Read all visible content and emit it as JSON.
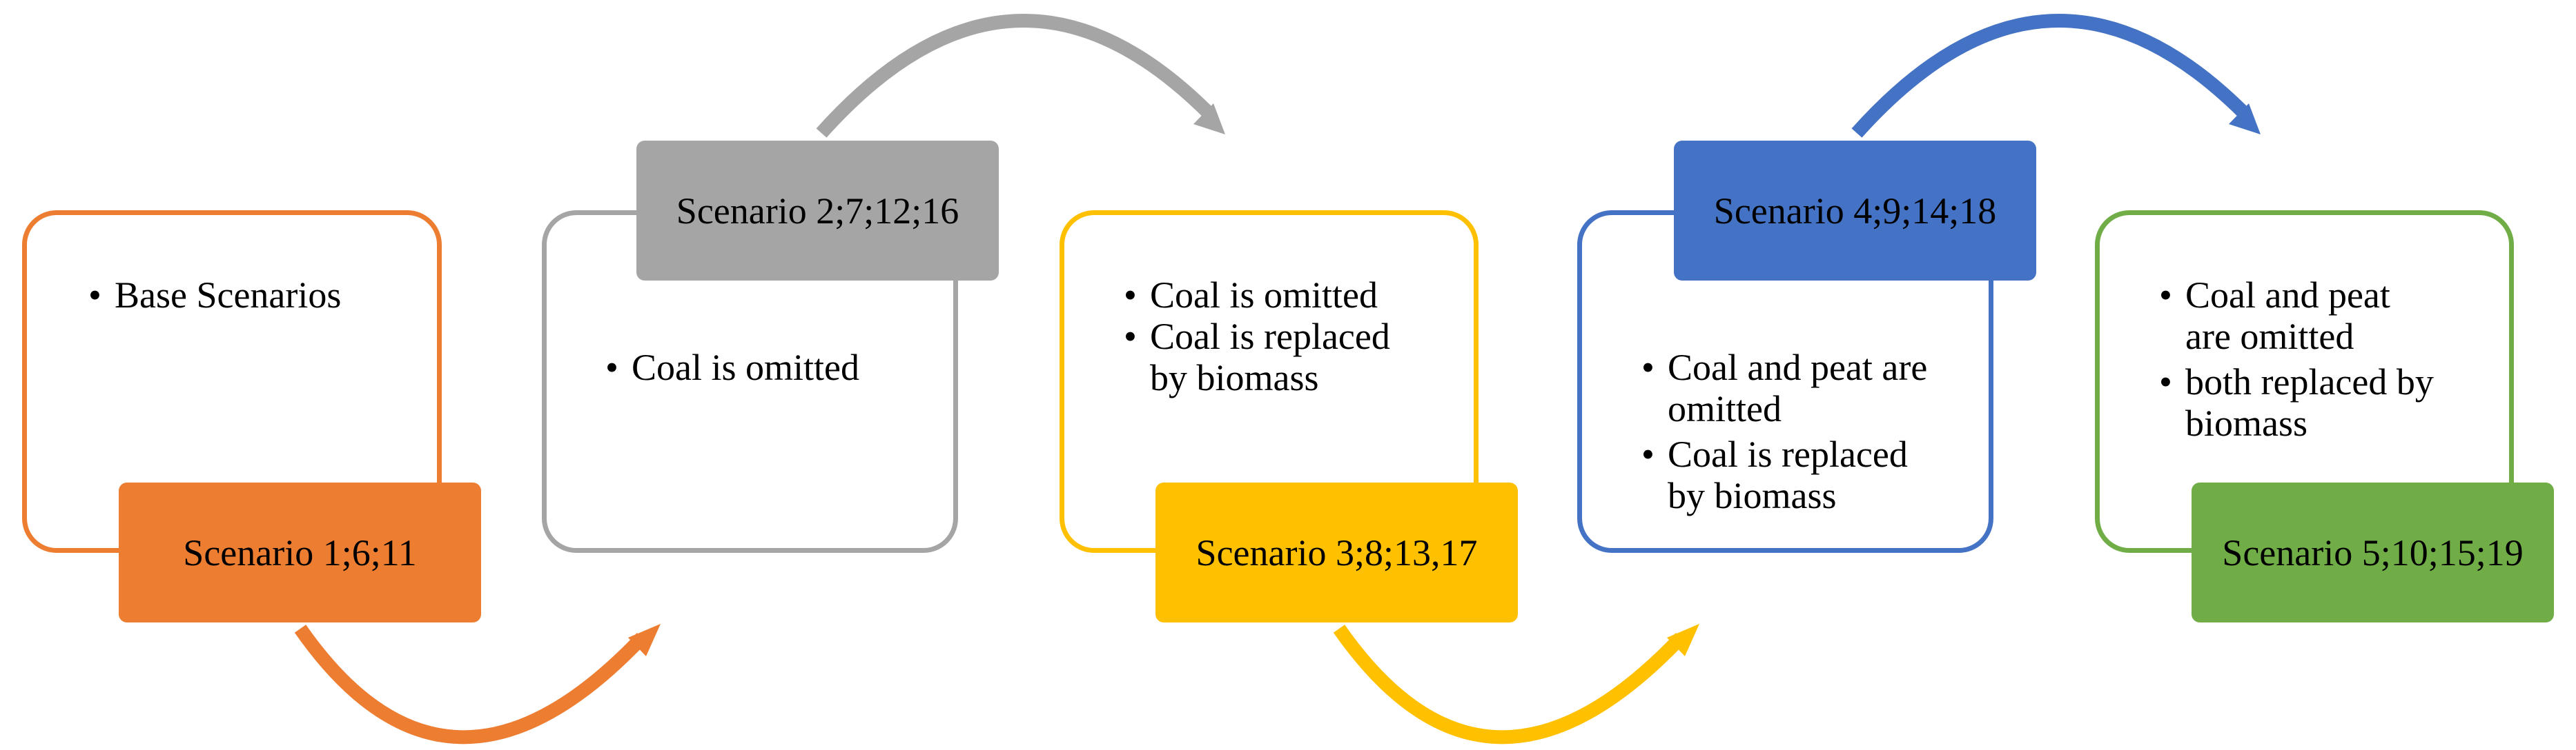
{
  "colors": {
    "orange": "#ED7D31",
    "gray": "#A5A5A5",
    "yellow": "#FFC000",
    "blue": "#4472C4",
    "green": "#70AD47"
  },
  "stages": [
    {
      "label": "Scenario 1;6;11",
      "items": [
        "Base Scenarios"
      ]
    },
    {
      "label": "Scenario 2;7;12;16",
      "items": [
        "Coal is omitted"
      ]
    },
    {
      "label": "Scenario 3;8;13,17",
      "items": [
        "Coal is omitted",
        "Coal is replaced by biomass"
      ]
    },
    {
      "label": "Scenario 4;9;14;18",
      "items": [
        "Coal and peat are omitted",
        "Coal is replaced by biomass"
      ]
    },
    {
      "label": "Scenario 5;10;15;19",
      "items": [
        "Coal and peat are omitted",
        "both replaced by biomass"
      ]
    }
  ]
}
